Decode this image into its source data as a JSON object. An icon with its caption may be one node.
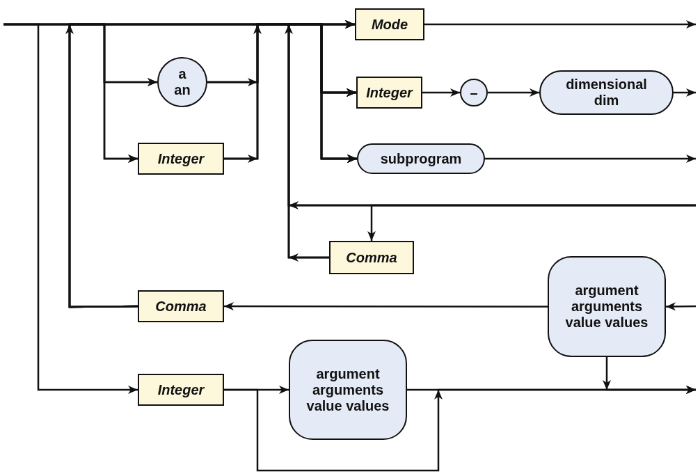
{
  "diagram": {
    "nodes": [
      {
        "text": [
          "Mode"
        ]
      },
      {
        "text": [
          "a an"
        ]
      },
      {
        "text": [
          "Integer"
        ]
      },
      {
        "text": [
          "–"
        ]
      },
      {
        "text": [
          "dimensional dim"
        ]
      },
      {
        "text": [
          "Integer"
        ]
      },
      {
        "text": [
          "subprogram"
        ]
      },
      {
        "text": [
          "Comma"
        ]
      },
      {
        "text": [
          "argument arguments value values"
        ]
      },
      {
        "text": [
          "Comma"
        ]
      },
      {
        "text": [
          "Integer"
        ]
      },
      {
        "text": [
          "argument arguments value values"
        ]
      }
    ],
    "edges": [
      {
        "from": null,
        "to": 1,
        "arrow": "to"
      },
      {
        "from": null,
        "to": 5,
        "arrow": "to"
      },
      {
        "from": null,
        "to": 0,
        "arrow": "to"
      },
      {
        "from": null,
        "to": 2,
        "arrow": "to"
      },
      {
        "from": null,
        "to": 6,
        "arrow": "to"
      },
      {
        "from": null,
        "to": 10,
        "arrow": "to"
      },
      {
        "from": 1,
        "to": 0,
        "arrow": "to"
      },
      {
        "from": 1,
        "to": 2,
        "arrow": "to"
      },
      {
        "from": 1,
        "to": 6,
        "arrow": "to"
      },
      {
        "from": 5,
        "to": 0,
        "arrow": "to"
      },
      {
        "from": 5,
        "to": 2,
        "arrow": "to"
      },
      {
        "from": 5,
        "to": 6,
        "arrow": "to"
      },
      {
        "from": 0,
        "to": null,
        "arrow": "to"
      },
      {
        "from": 2,
        "to": 3,
        "arrow": "to"
      },
      {
        "from": 3,
        "to": 4,
        "arrow": "to"
      },
      {
        "from": 4,
        "to": null,
        "arrow": "to"
      },
      {
        "from": 6,
        "to": null,
        "arrow": "to"
      },
      {
        "from": null,
        "to": 7,
        "arrow": "to"
      },
      {
        "from": null,
        "to": 0,
        "arrow": "to"
      },
      {
        "from": null,
        "to": 2,
        "arrow": "to"
      },
      {
        "from": null,
        "to": 6,
        "arrow": "to"
      },
      {
        "from": 7,
        "to": 0,
        "arrow": "to"
      },
      {
        "from": 7,
        "to": 2,
        "arrow": "to"
      },
      {
        "from": 7,
        "to": 6,
        "arrow": "to"
      },
      {
        "from": null,
        "to": 8,
        "arrow": "to"
      },
      {
        "from": 8,
        "to": 9,
        "arrow": "to"
      },
      {
        "from": 9,
        "to": 1,
        "arrow": "to"
      },
      {
        "from": 9,
        "to": 5,
        "arrow": "to"
      },
      {
        "from": 9,
        "to": 0,
        "arrow": "to"
      },
      {
        "from": 9,
        "to": 2,
        "arrow": "to"
      },
      {
        "from": 9,
        "to": 6,
        "arrow": "to"
      },
      {
        "from": 8,
        "to": null,
        "arrow": "to"
      },
      {
        "from": 10,
        "to": 11,
        "arrow": "to"
      },
      {
        "from": 10,
        "to": null,
        "arrow": "to"
      },
      {
        "from": 11,
        "to": null,
        "arrow": "to"
      }
    ]
  }
}
